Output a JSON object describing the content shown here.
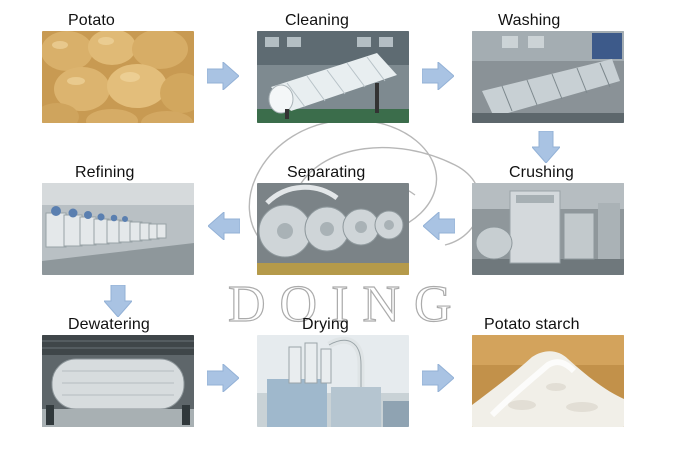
{
  "steps": [
    {
      "label": "Potato"
    },
    {
      "label": "Cleaning"
    },
    {
      "label": "Washing"
    },
    {
      "label": "Refining"
    },
    {
      "label": "Separating"
    },
    {
      "label": "Crushing"
    },
    {
      "label": "Dewatering"
    },
    {
      "label": "Drying"
    },
    {
      "label": "Potato starch"
    }
  ],
  "watermark": {
    "text": "DOING"
  },
  "colors": {
    "arrow": "#a9c3e3",
    "arrow_edge": "#93b1d6"
  },
  "icons": {
    "flow_arrow": "block-arrow-icon",
    "logo": "doing-logo-swirl"
  }
}
